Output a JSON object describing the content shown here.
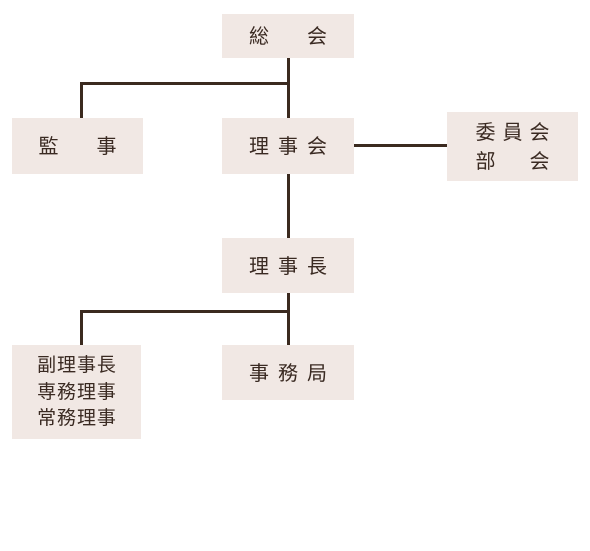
{
  "org_chart": {
    "general_meeting": "総　会",
    "auditor": "監　事",
    "board": "理事会",
    "committees": "委員会\n部　会",
    "chairman": "理事長",
    "executives": "副理事長\n専務理事\n常務理事",
    "secretariat": "事務局"
  }
}
